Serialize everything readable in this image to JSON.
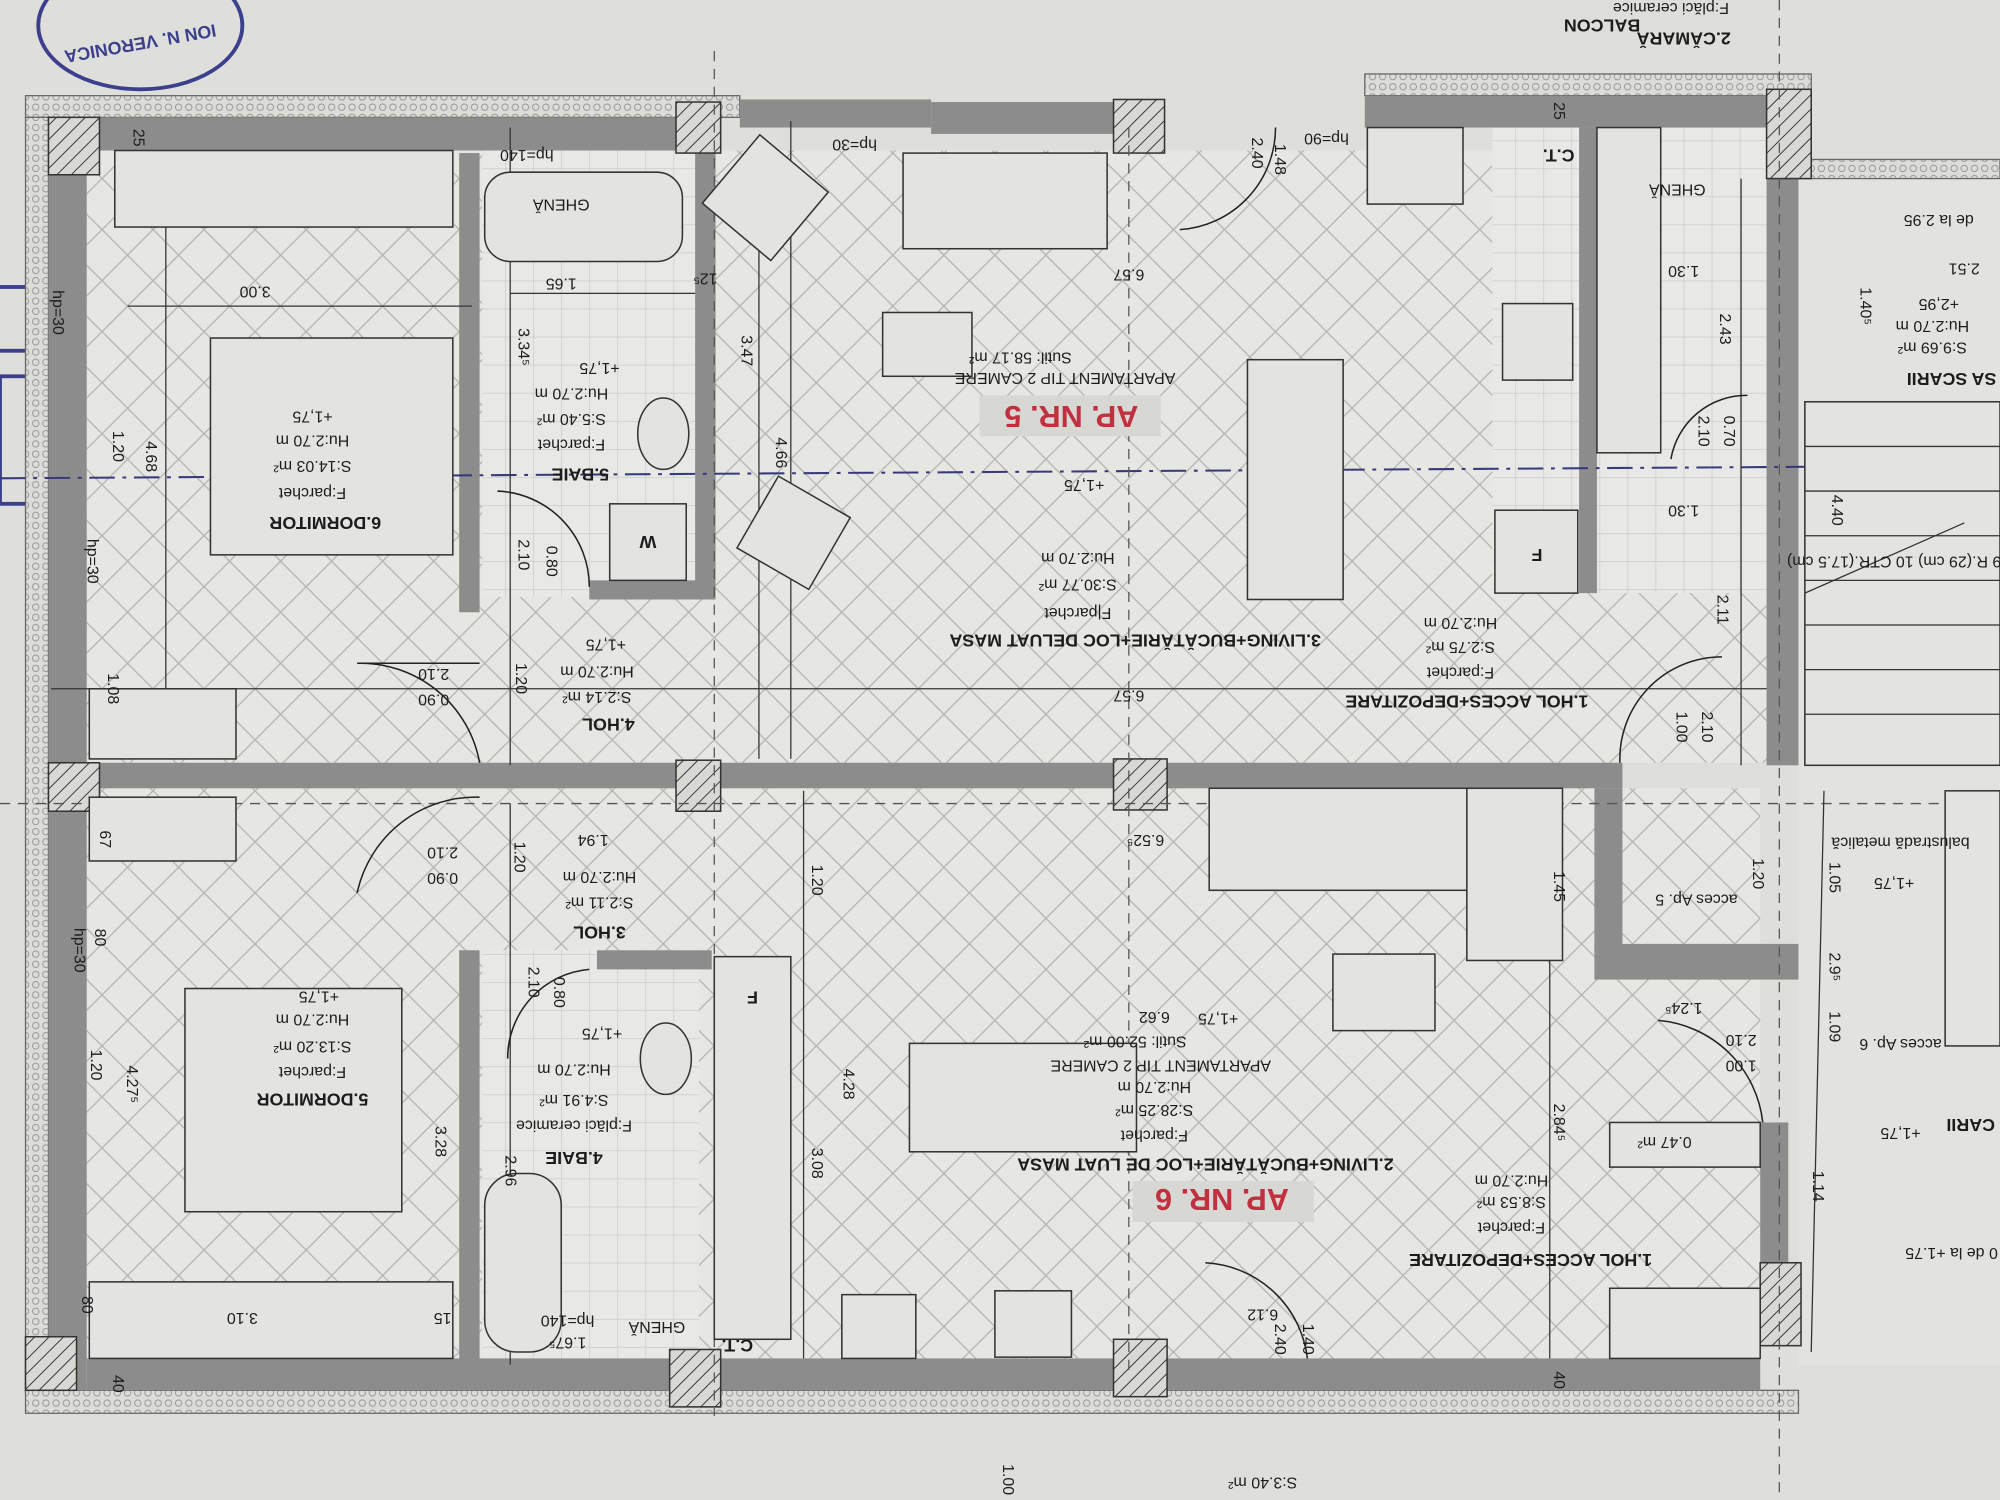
{
  "stamp": {
    "text": "ION N. VERONICA"
  },
  "top_labels": {
    "balcon": "BALCON",
    "camara": "2.CĂMARĂ",
    "camara_finish": "F:plăci ceramice"
  },
  "rooms": [
    {
      "name": "6.DORMITOR",
      "finish": "F:parchet",
      "area": "S:14.03 m²",
      "height": "Hu:2.70 m",
      "level": "+1,75"
    },
    {
      "name": "5.BAIE",
      "finish": "F:parchet",
      "area": "S:5.40 m²",
      "height": "Hu:2.70 m",
      "level": "+1,75"
    },
    {
      "name": "4.HOL",
      "area": "S:2.14 m²",
      "height": "Hu:2.70 m",
      "level": "+1,75"
    },
    {
      "name": "3.LIVING+BUCĂTĂRIE+LOC DELUAT MASA",
      "finish": "F|parchet",
      "area": "S:30.77 m²",
      "height": "Hu:2.70 m",
      "level": "+1,75"
    },
    {
      "name": "1.HOL ACCES+DEPOZITARE",
      "finish": "F:parchet",
      "area": "S:2.75 m²",
      "height": "Hu:2.70 m"
    },
    {
      "name": "5.DORMITOR",
      "finish": "F:parchet",
      "area": "S:13.20 m²",
      "height": "Hu:2.70 m",
      "level": "+1,75"
    },
    {
      "name": "3.HOL",
      "area": "S:2.11 m²",
      "height": "Hu:2.70 m"
    },
    {
      "name": "4.BAIE",
      "finish": "F:plăci ceramice",
      "area": "S:4.91 m²",
      "height": "Hu:2.70 m",
      "level": "+1,75"
    },
    {
      "name": "2.LIVING+BUCĂTĂRIE+LOC DE LUAT MASA",
      "finish": "F:parchet",
      "area": "S:28.25 m²",
      "height": "Hu:2.70 m",
      "level": "+1,75"
    },
    {
      "name": "1.HOL ACCES+DEPOZITARE",
      "finish": "F:parchet",
      "area": "S:8.53 m²",
      "height": "Hu:2.70 m"
    },
    {
      "name": "SA SCARII",
      "area": "S:9.69 m²",
      "height": "Hu:2.70 m",
      "level": "+2,95"
    }
  ],
  "apartments": [
    {
      "label": "AP. NR. 5",
      "type": "APARTAMENT TIP 2 CAMERE",
      "area": "Sutil: 58.17 m²"
    },
    {
      "label": "AP. NR. 6",
      "type": "APARTAMENT TIP 2 CAMERE",
      "area": "Sutil: 52.00 m²"
    }
  ],
  "annotations": {
    "ghena": "GHENĂ",
    "ct": "C.T.",
    "fridge": "F",
    "washer": "W",
    "hp140": "hp=140",
    "hp90": "hp=90",
    "hp30": "hp=30",
    "acces_ap5": "acces Ap. 5",
    "acces_ap6": "acces Ap. 6",
    "balustrada": "balustradă metalică",
    "level": "+1,75",
    "de_la_295": "de la 2.95",
    "de_la_175": "0 de la +1.75",
    "stair_note": "9 R.(29 cm) 10 CTR.(17.5 cm)",
    "scarii_lower": "CARII",
    "area_small": "0.47 m²",
    "area_bottom": "S:3.40 m²"
  },
  "dimensions": [
    "3.00",
    "1.65",
    "12⁵",
    "3.47",
    "4.66",
    "4.68",
    "1.20",
    "6.57",
    "6.57",
    "2.40",
    "1.48",
    "1.30",
    "1.30",
    "2.43",
    "2.10",
    "0.70",
    "2.11",
    "4.40",
    "1.40⁵",
    "1.08",
    "2.10",
    "0.90",
    "1.20",
    "1.00",
    "2.10",
    "67",
    "2.10",
    "0.90",
    "1.20",
    "1.94",
    "6.52⁵",
    "1.45",
    "1.20",
    "1.05",
    "2.9⁵",
    "1.09",
    "1.00",
    "2.10",
    "1.24⁵",
    "80",
    "4.27⁵",
    "1.20",
    "3.28",
    "2.96",
    "2.10",
    "0.80",
    "1.20",
    "4.28",
    "3.08",
    "2.84⁵",
    "1.14",
    "3.10",
    "15",
    "80",
    "1.67⁵",
    "6.12",
    "2.40",
    "1.40",
    "3.34⁵",
    "2.10",
    "0.80",
    "25",
    "25",
    "2.51",
    "6.62",
    "1.00",
    "40",
    "40"
  ]
}
